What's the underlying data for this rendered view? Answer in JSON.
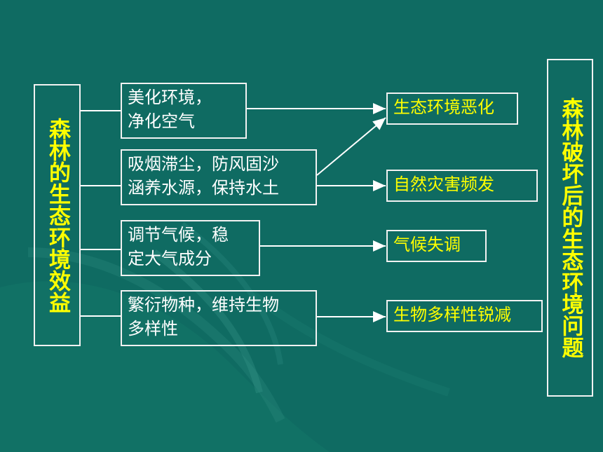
{
  "left_title": "森林的生态环境效益",
  "right_title": "森林破坏后的生态环境问题",
  "middle_items": [
    {
      "text": "美化环境，\n净化空气"
    },
    {
      "text": "吸烟滞尘，防风固沙\n涵养水源，保持水土"
    },
    {
      "text": "调节气候，稳\n定大气成分"
    },
    {
      "text": "繁衍物种，维持生物\n多样性"
    }
  ],
  "right_items": [
    {
      "text": "生态环境恶化"
    },
    {
      "text": "自然灾害频发"
    },
    {
      "text": "气候失调"
    },
    {
      "text": "生物多样性锐减"
    }
  ],
  "colors": {
    "background": "#0f6b62",
    "border": "#f2f2f2",
    "middle_text": "#ffffff",
    "highlight_text": "#ffff00"
  }
}
